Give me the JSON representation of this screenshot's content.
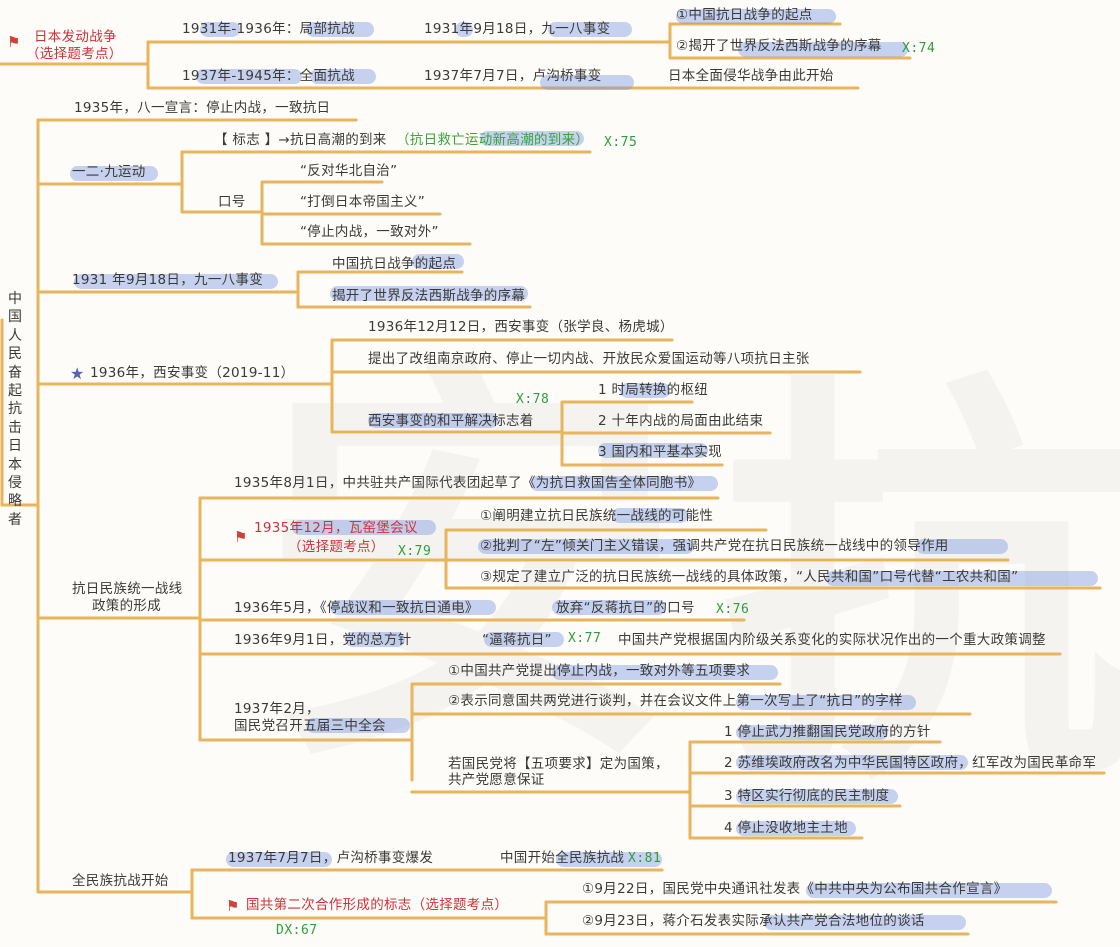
{
  "root_title": "中国人民奋起抗击日本侵略者",
  "s1": {
    "title": "日本发动战争",
    "title_tag": "（选择题考点）",
    "phase1": "1931年-1936年：局部抗战",
    "phase1_event": "1931年9月18日，九一八事变",
    "phase1_sig1": "①中国抗日战争的起点",
    "phase1_sig2": "②揭开了世界反法西斯战争的序幕",
    "phase1_mark": "X:74",
    "phase2": "1937年-1945年：全面抗战",
    "phase2_event": "1937年7月7日，卢沟桥事变",
    "phase2_result": "日本全面侵华战争由此开始"
  },
  "s2": {
    "text": "1935年，八一宣言：停止内战，一致抗日"
  },
  "s3": {
    "title": "一二·九运动",
    "sign_prefix": "【 标志 】→抗日高潮的到来",
    "sign_note": "（抗日救亡运动新高潮的到来）",
    "mark": "X:75",
    "slogan_label": "口号",
    "slogans": [
      "“反对华北自治”",
      "“打倒日本帝国主义”",
      "“停止内战，一致对外”"
    ]
  },
  "s4": {
    "title": "1931 年9月18日，九一八事变",
    "sig1": "中国抗日战争的起点",
    "sig2": "揭开了世界反法西斯战争的序幕"
  },
  "s5": {
    "title": "1936年，西安事变（2019-11）",
    "item1": "1936年12月12日，西安事变（张学良、杨虎城）",
    "item2": "提出了改组南京政府、停止一切内战、开放民众爱国运动等八项抗日主张",
    "item3": "西安事变的和平解决标志着",
    "mark": "X:78",
    "subs": [
      "1 时局转换的枢纽",
      "2 十年内战的局面由此结束",
      "3 国内和平基本实现"
    ]
  },
  "s6": {
    "title_l1": "抗日民族统一战线",
    "title_l2": "政策的形成",
    "r1": "1935年8月1日，中共驻共产国际代表团起草了《为抗日救国告全体同胞书》",
    "r2_title": "1935年12月，瓦窑堡会议",
    "r2_tag": "（选择题考点）",
    "r2_mark": "X:79",
    "r2_items": [
      "①阐明建立抗日民族统一战线的可能性",
      "②批判了“左”倾关门主义错误，强调共产党在抗日民族统一战线中的领导作用",
      "③规定了建立广泛的抗日民族统一战线的具体政策，“人民共和国”口号代替“工农共和国”"
    ],
    "r3_date": "1936年5月，《停战议和一致抗日通电》",
    "r3_text": "放弃“反蒋抗日”的口号",
    "r3_mark": "X:76",
    "r4_date": "1936年9月1日，党的总方针",
    "r4_slogan": "“逼蒋抗日”",
    "r4_mark": "X:77",
    "r4_note": "中国共产党根据国内阶级关系变化的实际状况作出的一个重大政策调整",
    "r5_l1": "1937年2月，",
    "r5_l2": "国民党召开五届三中全会",
    "r5_items": [
      "①中国共产党提出停止内战，一致对外等五项要求",
      "②表示同意国共两党进行谈判，并在会议文件上第一次写上了“抗日”的字样"
    ],
    "r5_cond_l1": "若国民党将【五项要求】定为国策，",
    "r5_cond_l2": "共产党愿意保证",
    "r5_subs": [
      "1 停止武力推翻国民党政府的方针",
      "2 苏维埃政府改名为中华民国特区政府，红军改为国民革命军",
      "3 特区实行彻底的民主制度",
      "4 停止没收地主土地"
    ]
  },
  "s7": {
    "title": "全民族抗战开始",
    "r1": "1937年7月7日，卢沟桥事变爆发",
    "r1_result": "中国开始全民族抗战",
    "r1_mark": "X:81",
    "r2_title": "国共第二次合作形成的标志（选择题考点）",
    "r2_items": [
      "①9月22日，国民党中央通讯社发表《中共中央为公布国共合作宣言》",
      "②9月23日，蒋介石发表实际承认共产党合法地位的谈话"
    ],
    "r2_mark": "DX:67"
  },
  "colors": {
    "branch": "#e8b45c",
    "highlight": "#8da6e6",
    "red": "#d0313a",
    "green": "#3ba33a"
  }
}
